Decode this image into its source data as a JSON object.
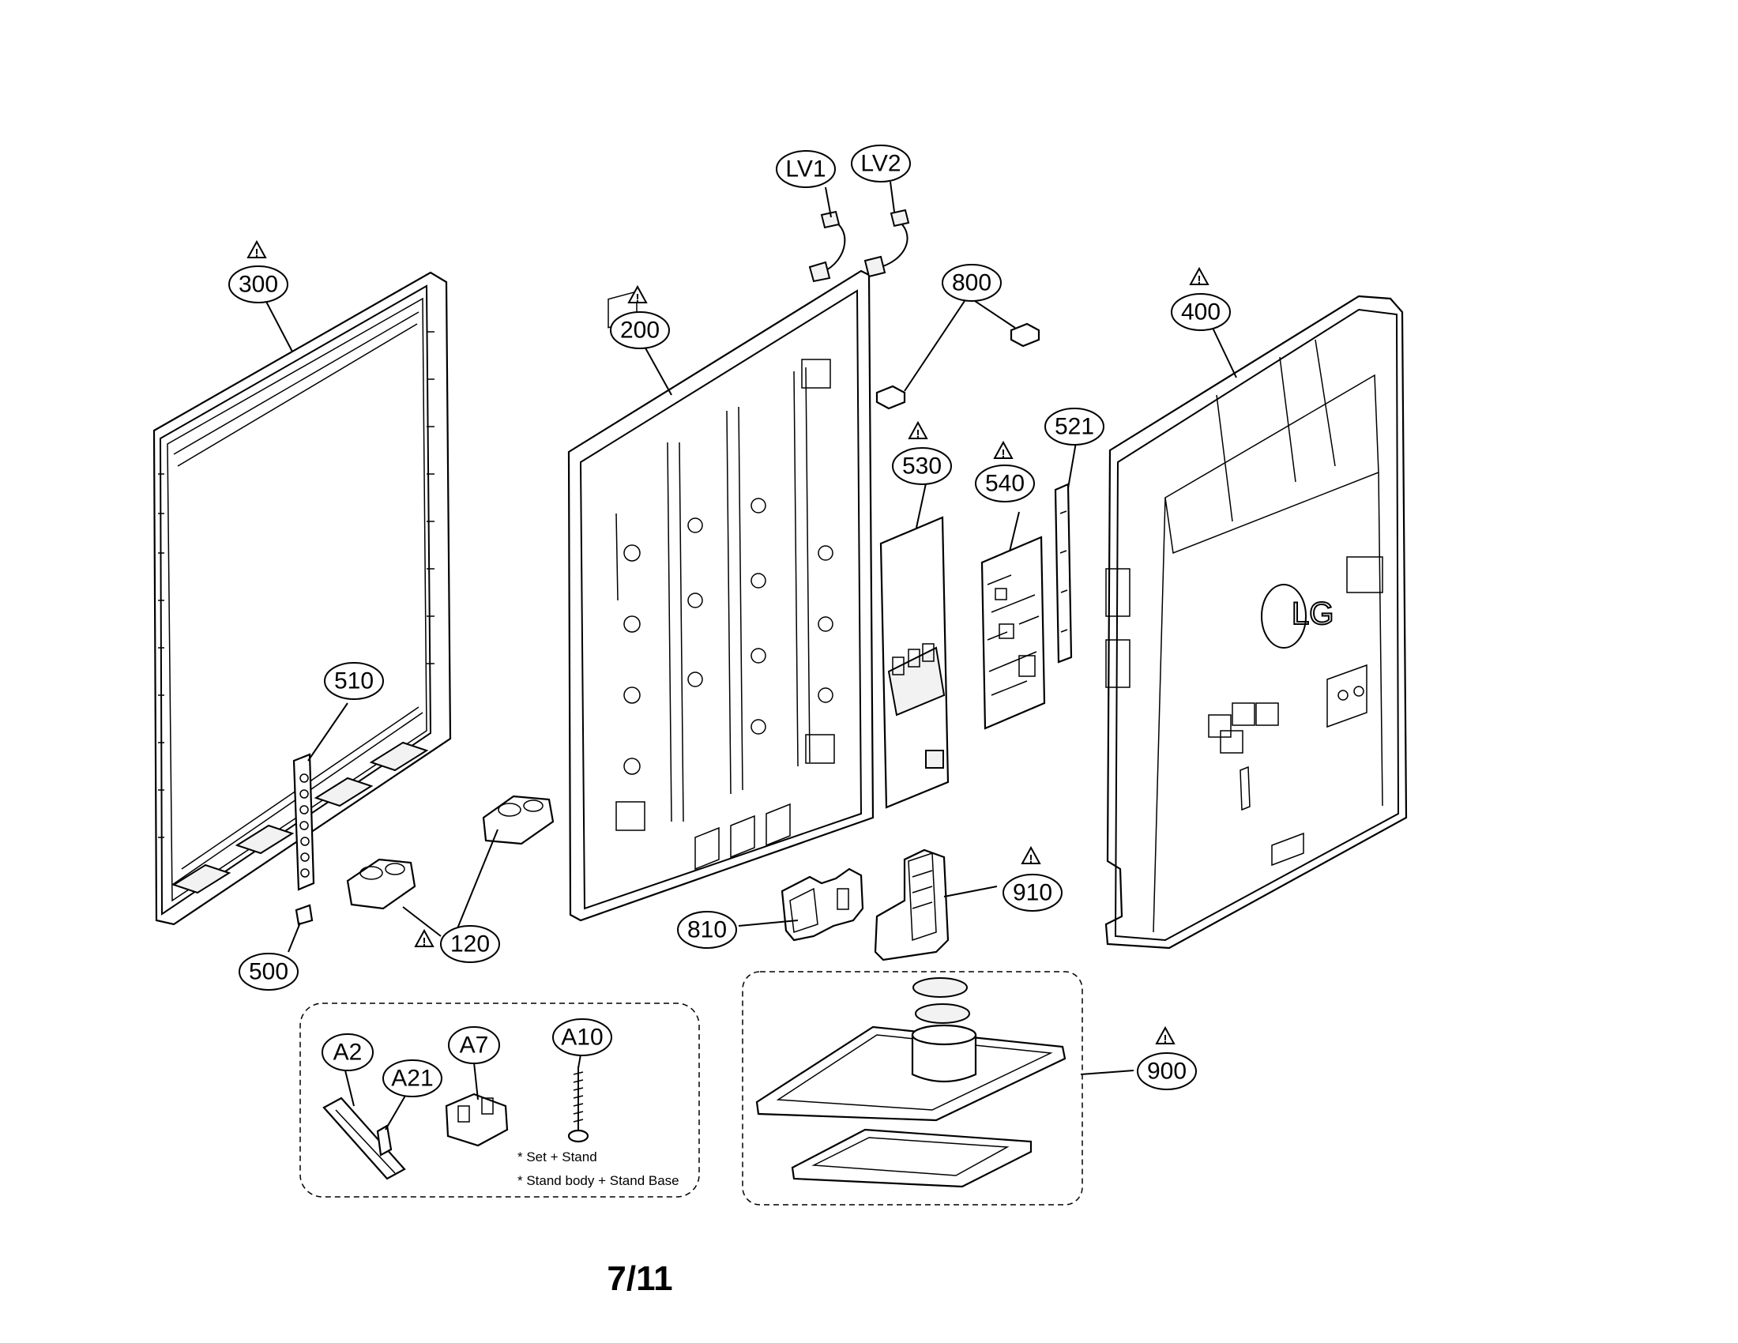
{
  "callouts": [
    {
      "id": "lv1",
      "label": "LV1"
    },
    {
      "id": "lv2",
      "label": "LV2"
    },
    {
      "id": "p300",
      "label": "300"
    },
    {
      "id": "p200",
      "label": "200"
    },
    {
      "id": "p800",
      "label": "800"
    },
    {
      "id": "p400",
      "label": "400"
    },
    {
      "id": "p530",
      "label": "530"
    },
    {
      "id": "p540",
      "label": "540"
    },
    {
      "id": "p521",
      "label": "521"
    },
    {
      "id": "p510",
      "label": "510"
    },
    {
      "id": "p500",
      "label": "500"
    },
    {
      "id": "p120",
      "label": "120"
    },
    {
      "id": "p810",
      "label": "810"
    },
    {
      "id": "p910",
      "label": "910"
    },
    {
      "id": "p900",
      "label": "900"
    },
    {
      "id": "a2",
      "label": "A2"
    },
    {
      "id": "a21",
      "label": "A21"
    },
    {
      "id": "a7",
      "label": "A7"
    },
    {
      "id": "a10",
      "label": "A10"
    }
  ],
  "warning_symbol": "!",
  "logo_text": "LG",
  "notes": [
    "* Set + Stand",
    "* Stand body + Stand Base"
  ],
  "page_number": "7/11"
}
